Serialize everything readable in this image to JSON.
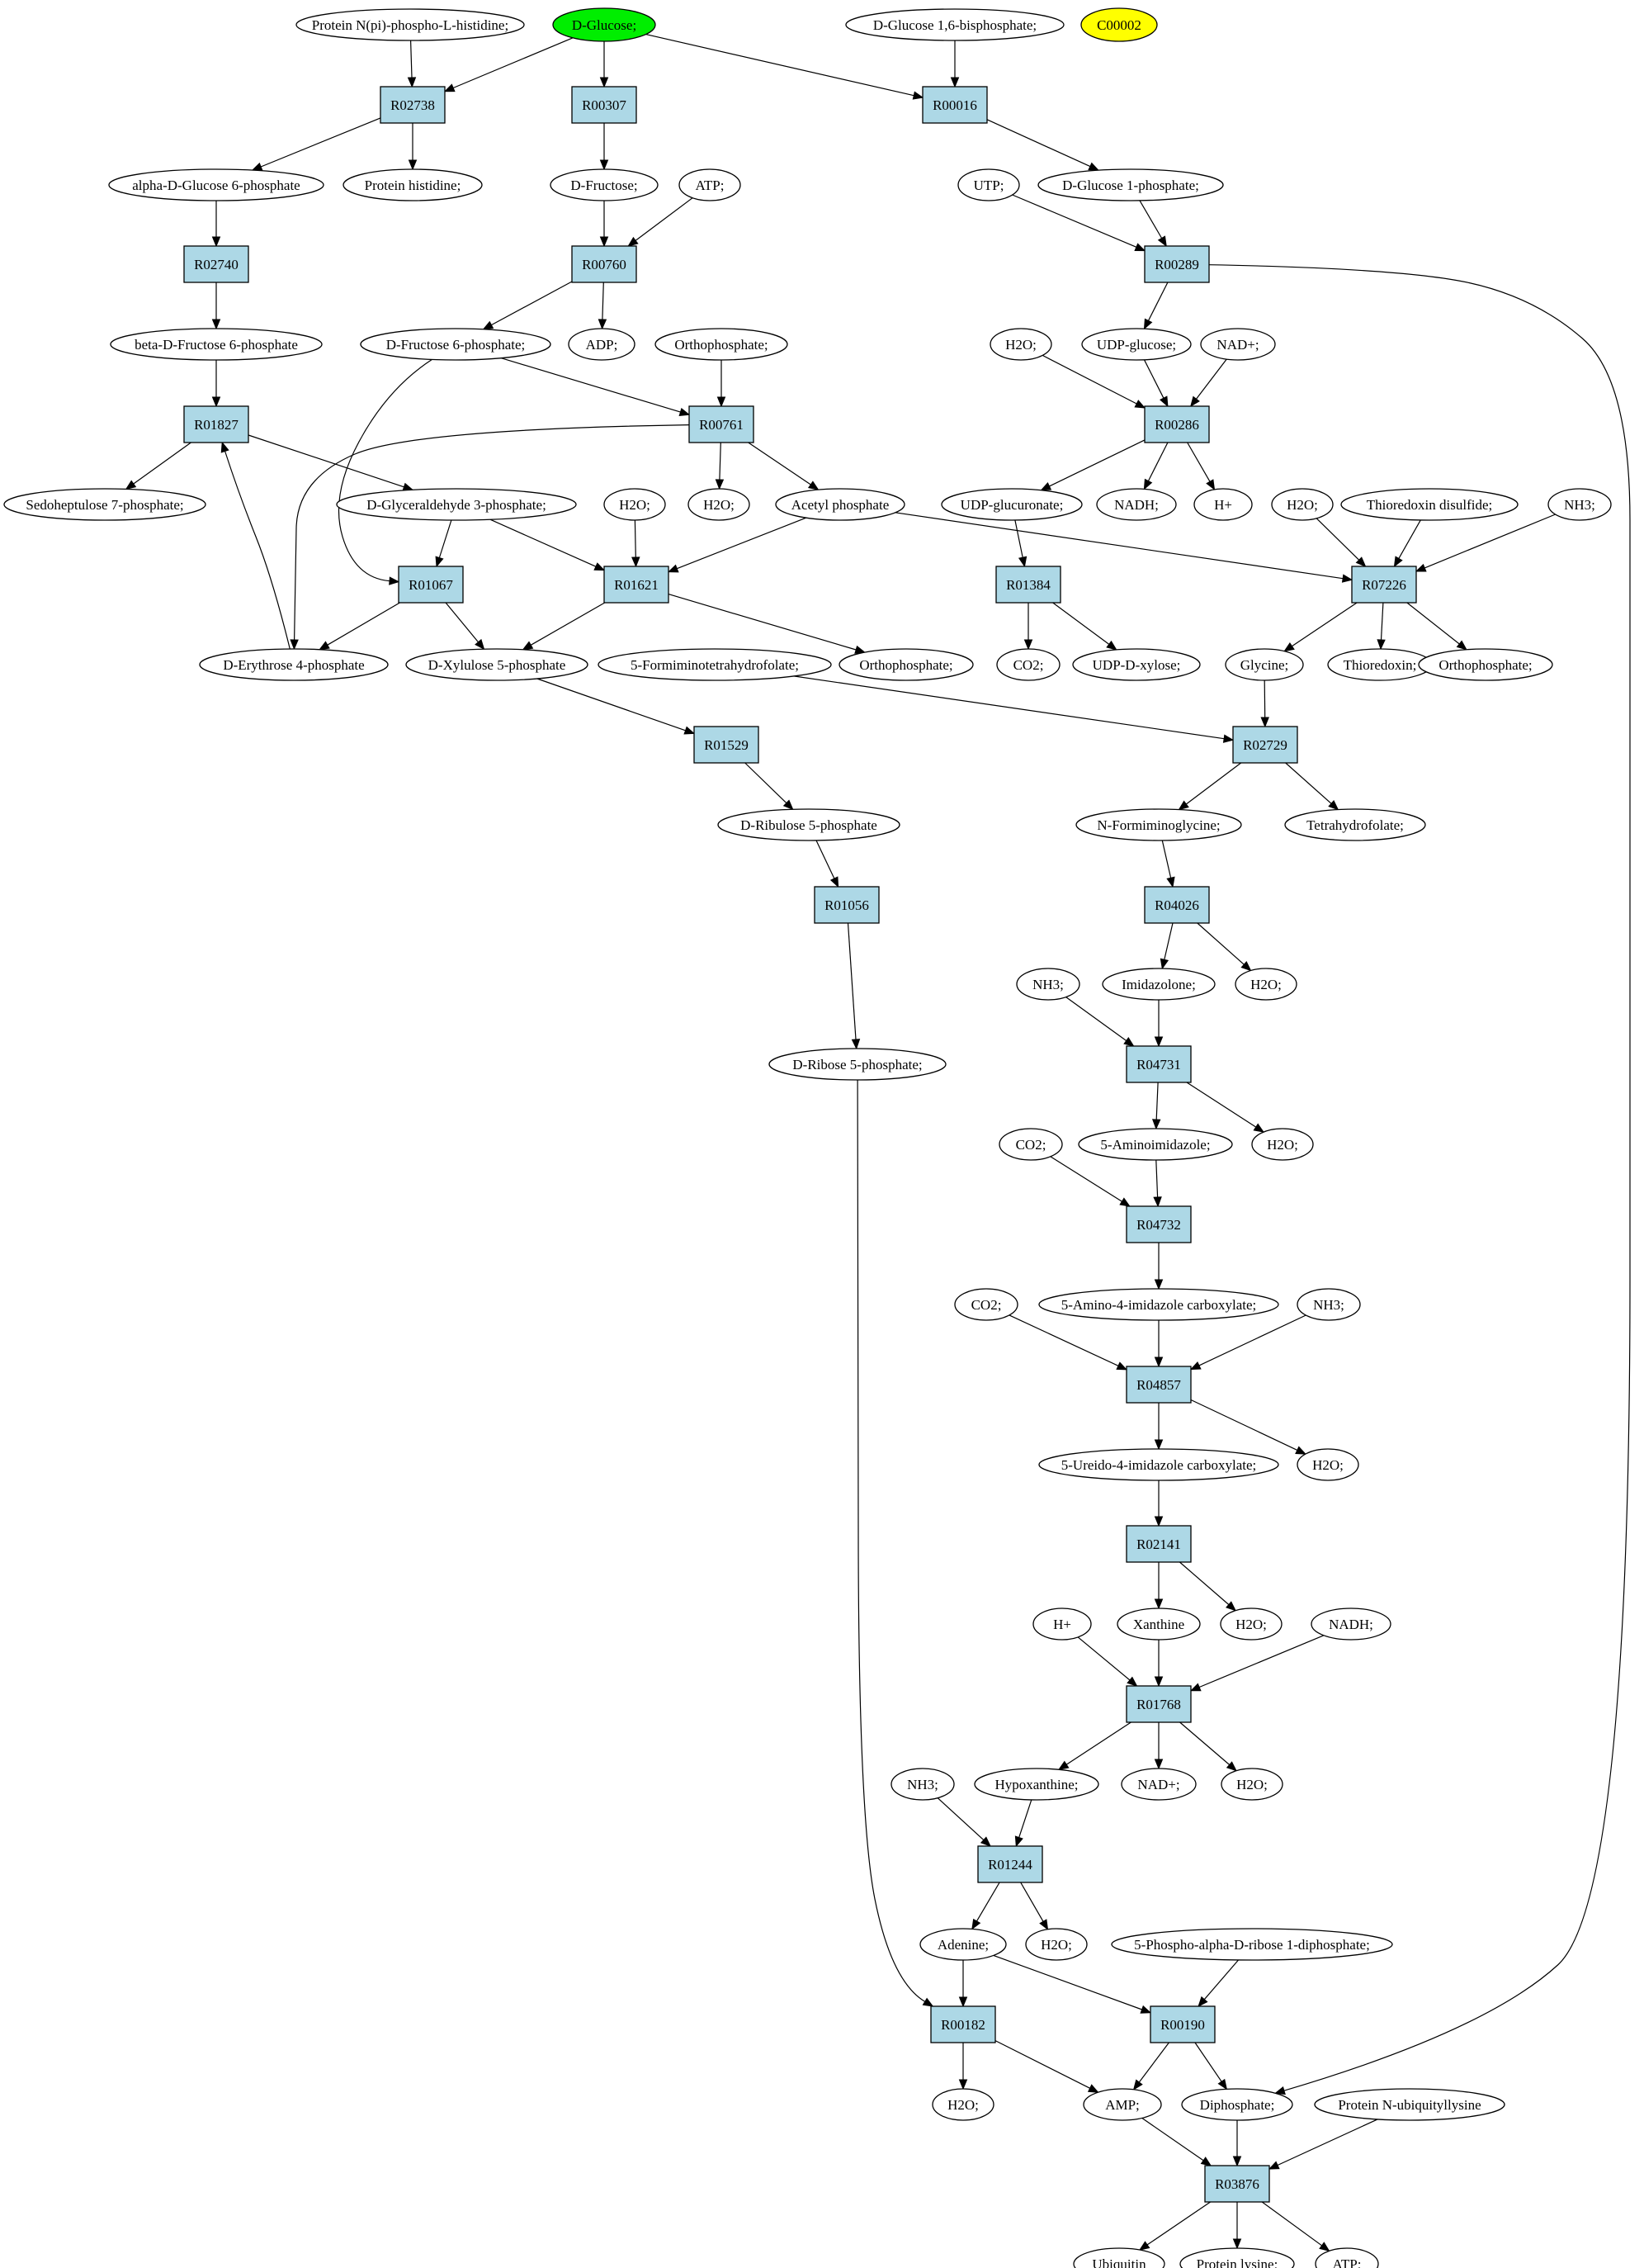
{
  "colors": {
    "reaction_fill": "#add8e6",
    "start_fill": "#00ee00",
    "target_fill": "#ffff00",
    "compound_fill": "#ffffff",
    "line": "#000000"
  },
  "compounds": [
    {
      "id": "c_pnph",
      "label": "Protein N(pi)-phospho-L-histidine;"
    },
    {
      "id": "c_dglc",
      "label": "D-Glucose;",
      "fill": "#00ee00"
    },
    {
      "id": "c_g16bp",
      "label": "D-Glucose 1,6-bisphosphate;"
    },
    {
      "id": "c_c00002",
      "label": "C00002",
      "fill": "#ffff00"
    },
    {
      "id": "c_ag6p",
      "label": "alpha-D-Glucose 6-phosphate"
    },
    {
      "id": "c_phis",
      "label": "Protein histidine;"
    },
    {
      "id": "c_dfru",
      "label": "D-Fructose;"
    },
    {
      "id": "c_atp1",
      "label": "ATP;"
    },
    {
      "id": "c_utp",
      "label": "UTP;"
    },
    {
      "id": "c_g1p",
      "label": "D-Glucose 1-phosphate;"
    },
    {
      "id": "c_bf6p",
      "label": "beta-D-Fructose 6-phosphate"
    },
    {
      "id": "c_f6p",
      "label": "D-Fructose 6-phosphate;"
    },
    {
      "id": "c_adp",
      "label": "ADP;"
    },
    {
      "id": "c_pi1",
      "label": "Orthophosphate;"
    },
    {
      "id": "c_h2o_a",
      "label": "H2O;"
    },
    {
      "id": "c_udpglc",
      "label": "UDP-glucose;"
    },
    {
      "id": "c_nadp1",
      "label": "NAD+;"
    },
    {
      "id": "c_s7p",
      "label": "Sedoheptulose 7-phosphate;"
    },
    {
      "id": "c_ga3p",
      "label": "D-Glyceraldehyde 3-phosphate;"
    },
    {
      "id": "c_h2o_b",
      "label": "H2O;"
    },
    {
      "id": "c_h2o_c",
      "label": "H2O;"
    },
    {
      "id": "c_acp",
      "label": "Acetyl phosphate"
    },
    {
      "id": "c_udpgca",
      "label": "UDP-glucuronate;"
    },
    {
      "id": "c_nadh1",
      "label": "NADH;"
    },
    {
      "id": "c_hp1",
      "label": "H+"
    },
    {
      "id": "c_h2o_d",
      "label": "H2O;"
    },
    {
      "id": "c_trxs",
      "label": "Thioredoxin disulfide;"
    },
    {
      "id": "c_nh3_a",
      "label": "NH3;"
    },
    {
      "id": "c_e4p",
      "label": "D-Erythrose 4-phosphate"
    },
    {
      "id": "c_x5p",
      "label": "D-Xylulose 5-phosphate"
    },
    {
      "id": "c_fthf",
      "label": "5-Formiminotetrahydrofolate;"
    },
    {
      "id": "c_pi2",
      "label": "Orthophosphate;"
    },
    {
      "id": "c_co2_a",
      "label": "CO2;"
    },
    {
      "id": "c_udpxyl",
      "label": "UDP-D-xylose;"
    },
    {
      "id": "c_gly",
      "label": "Glycine;"
    },
    {
      "id": "c_trx",
      "label": "Thioredoxin;"
    },
    {
      "id": "c_pi3",
      "label": "Orthophosphate;"
    },
    {
      "id": "c_ru5p",
      "label": "D-Ribulose 5-phosphate"
    },
    {
      "id": "c_nfgly",
      "label": "N-Formiminoglycine;"
    },
    {
      "id": "c_thf",
      "label": "Tetrahydrofolate;"
    },
    {
      "id": "c_nh3_b",
      "label": "NH3;"
    },
    {
      "id": "c_imid",
      "label": "Imidazolone;"
    },
    {
      "id": "c_h2o_e",
      "label": "H2O;"
    },
    {
      "id": "c_r5p",
      "label": "D-Ribose 5-phosphate;"
    },
    {
      "id": "c_aimid",
      "label": "5-Aminoimidazole;"
    },
    {
      "id": "c_h2o_f",
      "label": "H2O;"
    },
    {
      "id": "c_co2_b",
      "label": "CO2;"
    },
    {
      "id": "c_co2_c",
      "label": "CO2;"
    },
    {
      "id": "c_aic",
      "label": "5-Amino-4-imidazole carboxylate;"
    },
    {
      "id": "c_nh3_c",
      "label": "NH3;"
    },
    {
      "id": "c_uic",
      "label": "5-Ureido-4-imidazole carboxylate;"
    },
    {
      "id": "c_h2o_g",
      "label": "H2O;"
    },
    {
      "id": "c_hp2",
      "label": "H+"
    },
    {
      "id": "c_xan",
      "label": "Xanthine"
    },
    {
      "id": "c_h2o_h",
      "label": "H2O;"
    },
    {
      "id": "c_nadh2",
      "label": "NADH;"
    },
    {
      "id": "c_nh3_d",
      "label": "NH3;"
    },
    {
      "id": "c_hyp",
      "label": "Hypoxanthine;"
    },
    {
      "id": "c_nadp2",
      "label": "NAD+;"
    },
    {
      "id": "c_h2o_i",
      "label": "H2O;"
    },
    {
      "id": "c_ade",
      "label": "Adenine;"
    },
    {
      "id": "c_h2o_j",
      "label": "H2O;"
    },
    {
      "id": "c_prpp",
      "label": "5-Phospho-alpha-D-ribose 1-diphosphate;"
    },
    {
      "id": "c_h2o_k",
      "label": "H2O;"
    },
    {
      "id": "c_amp",
      "label": "AMP;"
    },
    {
      "id": "c_ppi",
      "label": "Diphosphate;"
    },
    {
      "id": "c_pnub",
      "label": "Protein N-ubiquityllysine"
    },
    {
      "id": "c_ubq",
      "label": "Ubiquitin"
    },
    {
      "id": "c_plys",
      "label": "Protein lysine;"
    },
    {
      "id": "c_atp2",
      "label": "ATP;"
    }
  ],
  "reactions": [
    {
      "id": "R02738",
      "label": "R02738"
    },
    {
      "id": "R00307",
      "label": "R00307"
    },
    {
      "id": "R00016",
      "label": "R00016"
    },
    {
      "id": "R02740",
      "label": "R02740"
    },
    {
      "id": "R00760",
      "label": "R00760"
    },
    {
      "id": "R00289",
      "label": "R00289"
    },
    {
      "id": "R01827",
      "label": "R01827"
    },
    {
      "id": "R00761",
      "label": "R00761"
    },
    {
      "id": "R00286",
      "label": "R00286"
    },
    {
      "id": "R01067",
      "label": "R01067"
    },
    {
      "id": "R01621",
      "label": "R01621"
    },
    {
      "id": "R01384",
      "label": "R01384"
    },
    {
      "id": "R07226",
      "label": "R07226"
    },
    {
      "id": "R01529",
      "label": "R01529"
    },
    {
      "id": "R02729",
      "label": "R02729"
    },
    {
      "id": "R01056",
      "label": "R01056"
    },
    {
      "id": "R04026",
      "label": "R04026"
    },
    {
      "id": "R04731",
      "label": "R04731"
    },
    {
      "id": "R04732",
      "label": "R04732"
    },
    {
      "id": "R04857",
      "label": "R04857"
    },
    {
      "id": "R02141",
      "label": "R02141"
    },
    {
      "id": "R01768",
      "label": "R01768"
    },
    {
      "id": "R01244",
      "label": "R01244"
    },
    {
      "id": "R00182",
      "label": "R00182"
    },
    {
      "id": "R00190",
      "label": "R00190"
    },
    {
      "id": "R03876",
      "label": "R03876"
    }
  ],
  "edges": [
    [
      "c_pnph",
      "R02738"
    ],
    [
      "c_dglc",
      "R02738"
    ],
    [
      "R02738",
      "c_ag6p"
    ],
    [
      "R02738",
      "c_phis"
    ],
    [
      "c_dglc",
      "R00307"
    ],
    [
      "R00307",
      "c_dfru"
    ],
    [
      "c_dglc",
      "R00016"
    ],
    [
      "c_g16bp",
      "R00016"
    ],
    [
      "R00016",
      "c_g1p"
    ],
    [
      "c_ag6p",
      "R02740"
    ],
    [
      "R02740",
      "c_bf6p"
    ],
    [
      "c_dfru",
      "R00760"
    ],
    [
      "c_atp1",
      "R00760"
    ],
    [
      "R00760",
      "c_f6p"
    ],
    [
      "R00760",
      "c_adp"
    ],
    [
      "c_utp",
      "R00289"
    ],
    [
      "c_g1p",
      "R00289"
    ],
    [
      "R00289",
      "c_udpglc"
    ],
    [
      "R00289",
      "c_ppi"
    ],
    [
      "c_bf6p",
      "R01827"
    ],
    [
      "c_e4p",
      "R01827"
    ],
    [
      "R01827",
      "c_s7p"
    ],
    [
      "R01827",
      "c_ga3p"
    ],
    [
      "c_f6p",
      "R00761"
    ],
    [
      "c_pi1",
      "R00761"
    ],
    [
      "R00761",
      "c_h2o_c"
    ],
    [
      "R00761",
      "c_acp"
    ],
    [
      "R00761",
      "c_e4p"
    ],
    [
      "c_h2o_a",
      "R00286"
    ],
    [
      "c_udpglc",
      "R00286"
    ],
    [
      "c_nadp1",
      "R00286"
    ],
    [
      "R00286",
      "c_udpgca"
    ],
    [
      "R00286",
      "c_nadh1"
    ],
    [
      "R00286",
      "c_hp1"
    ],
    [
      "c_f6p",
      "R01067"
    ],
    [
      "c_ga3p",
      "R01067"
    ],
    [
      "R01067",
      "c_e4p"
    ],
    [
      "R01067",
      "c_x5p"
    ],
    [
      "c_ga3p",
      "R01621"
    ],
    [
      "c_h2o_b",
      "R01621"
    ],
    [
      "c_acp",
      "R01621"
    ],
    [
      "R01621",
      "c_x5p"
    ],
    [
      "R01621",
      "c_pi2"
    ],
    [
      "c_udpgca",
      "R01384"
    ],
    [
      "R01384",
      "c_co2_a"
    ],
    [
      "R01384",
      "c_udpxyl"
    ],
    [
      "c_acp",
      "R07226"
    ],
    [
      "c_h2o_d",
      "R07226"
    ],
    [
      "c_trxs",
      "R07226"
    ],
    [
      "c_nh3_a",
      "R07226"
    ],
    [
      "R07226",
      "c_gly"
    ],
    [
      "R07226",
      "c_trx"
    ],
    [
      "R07226",
      "c_pi3"
    ],
    [
      "c_x5p",
      "R01529"
    ],
    [
      "R01529",
      "c_ru5p"
    ],
    [
      "c_fthf",
      "R02729"
    ],
    [
      "c_gly",
      "R02729"
    ],
    [
      "R02729",
      "c_nfgly"
    ],
    [
      "R02729",
      "c_thf"
    ],
    [
      "c_ru5p",
      "R01056"
    ],
    [
      "R01056",
      "c_r5p"
    ],
    [
      "c_nfgly",
      "R04026"
    ],
    [
      "R04026",
      "c_imid"
    ],
    [
      "R04026",
      "c_h2o_e"
    ],
    [
      "c_nh3_b",
      "R04731"
    ],
    [
      "c_imid",
      "R04731"
    ],
    [
      "R04731",
      "c_aimid"
    ],
    [
      "R04731",
      "c_h2o_f"
    ],
    [
      "c_co2_b",
      "R04732"
    ],
    [
      "c_aimid",
      "R04732"
    ],
    [
      "R04732",
      "c_aic"
    ],
    [
      "c_co2_c",
      "R04857"
    ],
    [
      "c_aic",
      "R04857"
    ],
    [
      "c_nh3_c",
      "R04857"
    ],
    [
      "R04857",
      "c_uic"
    ],
    [
      "R04857",
      "c_h2o_g"
    ],
    [
      "c_uic",
      "R02141"
    ],
    [
      "R02141",
      "c_xan"
    ],
    [
      "R02141",
      "c_h2o_h"
    ],
    [
      "c_hp2",
      "R01768"
    ],
    [
      "c_xan",
      "R01768"
    ],
    [
      "c_nadh2",
      "R01768"
    ],
    [
      "R01768",
      "c_hyp"
    ],
    [
      "R01768",
      "c_nadp2"
    ],
    [
      "R01768",
      "c_h2o_i"
    ],
    [
      "c_nh3_d",
      "R01244"
    ],
    [
      "c_hyp",
      "R01244"
    ],
    [
      "R01244",
      "c_ade"
    ],
    [
      "R01244",
      "c_h2o_j"
    ],
    [
      "c_ade",
      "R00182"
    ],
    [
      "c_r5p",
      "R00182"
    ],
    [
      "R00182",
      "c_h2o_k"
    ],
    [
      "R00182",
      "c_amp"
    ],
    [
      "c_ade",
      "R00190"
    ],
    [
      "c_prpp",
      "R00190"
    ],
    [
      "R00190",
      "c_amp"
    ],
    [
      "R00190",
      "c_ppi"
    ],
    [
      "c_amp",
      "R03876"
    ],
    [
      "c_ppi",
      "R03876"
    ],
    [
      "c_pnub",
      "R03876"
    ],
    [
      "R03876",
      "c_ubq"
    ],
    [
      "R03876",
      "c_plys"
    ],
    [
      "R03876",
      "c_atp2"
    ]
  ]
}
